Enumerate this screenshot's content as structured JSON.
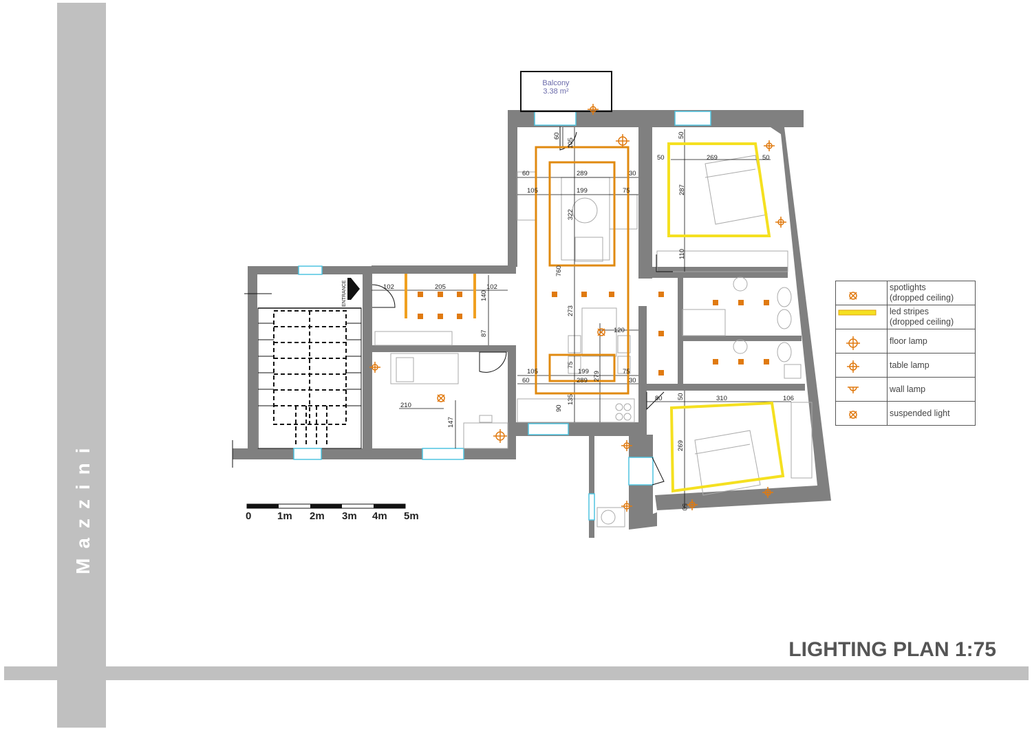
{
  "street": {
    "name": "Mazzini"
  },
  "title": "LIGHTING PLAN 1:75",
  "balcony": {
    "label": "Balcony",
    "area": "3.38 m²"
  },
  "entrance_label": "ENTRANCE",
  "scale_bar": {
    "labels": [
      "0",
      "1m",
      "2m",
      "3m",
      "4m",
      "5m"
    ]
  },
  "legend": [
    {
      "symbol": "spotlight-icon",
      "line1": "spotlights",
      "line2": "(dropped ceiling)"
    },
    {
      "symbol": "led-stripe-icon",
      "line1": "led stripes",
      "line2": "(dropped ceiling)"
    },
    {
      "symbol": "floor-lamp-icon",
      "line1": "floor lamp",
      "line2": ""
    },
    {
      "symbol": "table-lamp-icon",
      "line1": "table lamp",
      "line2": ""
    },
    {
      "symbol": "wall-lamp-icon",
      "line1": "wall lamp",
      "line2": ""
    },
    {
      "symbol": "suspended-light-icon",
      "line1": "suspended light",
      "line2": ""
    }
  ],
  "dimensions": {
    "living_60_top": "60",
    "living_105_top": "105",
    "living_60_left": "60",
    "living_289_top": "289",
    "living_30_top": "30",
    "living_105_left": "105",
    "living_199_top": "199",
    "living_75_top": "75",
    "living_322": "322",
    "living_760": "760",
    "living_273": "273",
    "living_120": "120",
    "living_105_bot": "105",
    "living_75_v": "75",
    "living_199_bot": "199",
    "living_75_bot": "75",
    "living_60_bot": "60",
    "living_289_bot": "289",
    "living_279": "279",
    "living_30_bot": "30",
    "living_90": "90",
    "living_135": "135",
    "bed1_50_v": "50",
    "bed1_50_l": "50",
    "bed1_269": "269",
    "bed1_50_r": "50",
    "bed1_287": "287",
    "bed1_110": "110",
    "hall_102_l": "102",
    "hall_205": "205",
    "hall_102_r": "102",
    "hall_140": "140",
    "hall_87": "87",
    "bath_210": "210",
    "bath_147": "147",
    "bed2_80": "80",
    "bed2_50_v": "50",
    "bed2_310": "310",
    "bed2_106": "106",
    "bed2_269": "269",
    "bed2_50_b": "50"
  },
  "colors": {
    "wall": "#808080",
    "spot": "#e07a10",
    "led_living": "#f0a020",
    "led_bed": "#f5e020",
    "window": "#4fc4e0",
    "text_dim": "#222222",
    "balcony_text": "#6a6aaa"
  }
}
